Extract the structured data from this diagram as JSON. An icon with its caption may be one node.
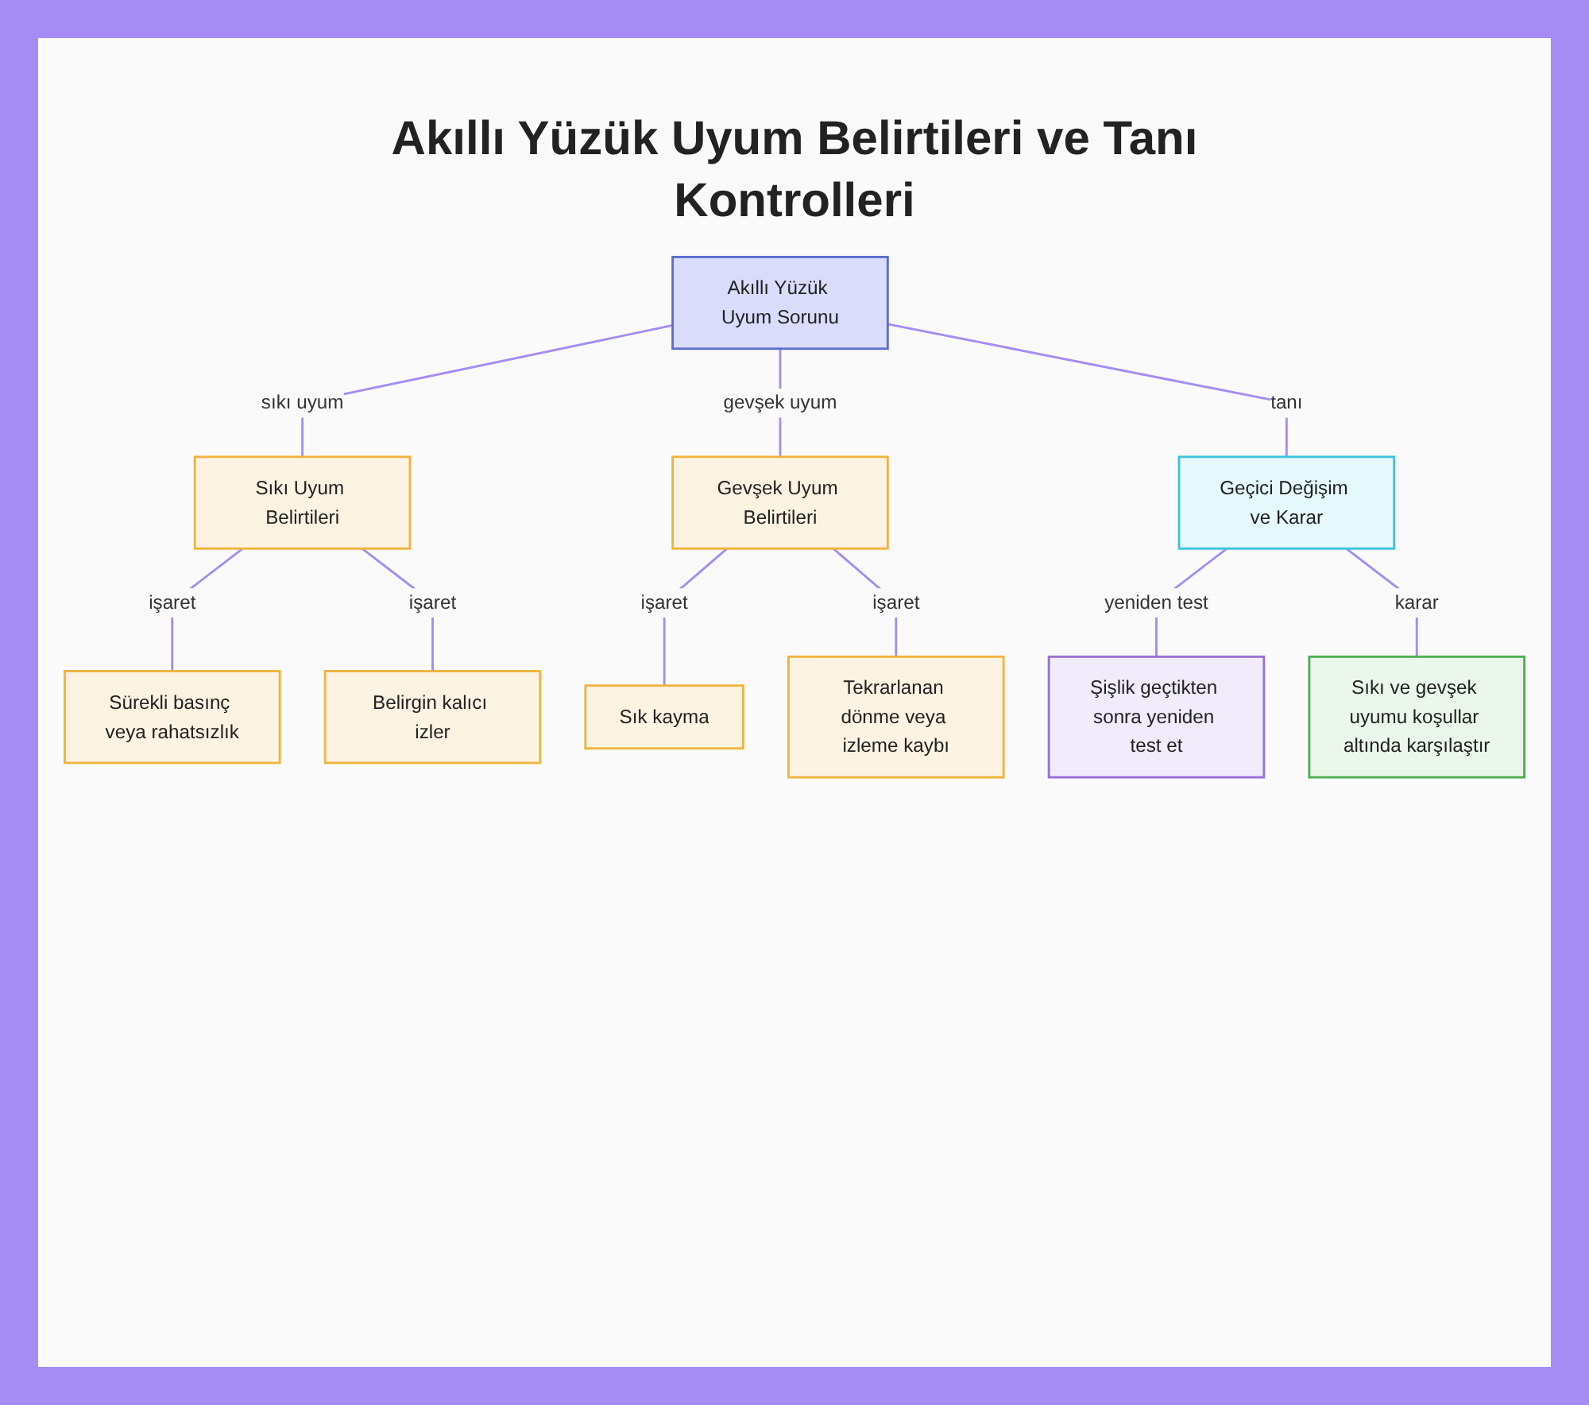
{
  "diagram": {
    "title": "Akıllı Yüzük Uyum Belirtileri ve Tanı Kontrolleri",
    "nodes": [
      {
        "text": [
          "Akıllı Yüzük Uyum Sorunu"
        ]
      },
      {
        "text": [
          "Sıkı Uyum Belirtileri"
        ]
      },
      {
        "text": [
          "Gevşek Uyum Belirtileri"
        ]
      },
      {
        "text": [
          "Geçici Değişim ve Karar"
        ]
      },
      {
        "text": [
          "Sürekli basınç veya rahatsızlık"
        ]
      },
      {
        "text": [
          "Belirgin kalıcı izler"
        ]
      },
      {
        "text": [
          "Sık kayma"
        ]
      },
      {
        "text": [
          "Tekrarlanan dönme veya izleme kaybı"
        ]
      },
      {
        "text": [
          "Şişlik geçtikten sonra yeniden test et"
        ]
      },
      {
        "text": [
          "Sıkı ve gevşek uyumu koşullar altında karşılaştır"
        ]
      }
    ],
    "edges": [
      {
        "from": 0,
        "to": 1,
        "arrow": "none",
        "label": "sıkı uyum"
      },
      {
        "from": 0,
        "to": 2,
        "arrow": "none",
        "label": "gevşek uyum"
      },
      {
        "from": 0,
        "to": 3,
        "arrow": "none",
        "label": "tanı"
      },
      {
        "from": 1,
        "to": 4,
        "arrow": "none",
        "label": "işaret"
      },
      {
        "from": 1,
        "to": 5,
        "arrow": "none",
        "label": "işaret"
      },
      {
        "from": 2,
        "to": 6,
        "arrow": "none",
        "label": "işaret"
      },
      {
        "from": 2,
        "to": 7,
        "arrow": "none",
        "label": "işaret"
      },
      {
        "from": 3,
        "to": 8,
        "arrow": "none",
        "label": "yeniden test"
      },
      {
        "from": 3,
        "to": 9,
        "arrow": "none",
        "label": "karar"
      }
    ]
  }
}
